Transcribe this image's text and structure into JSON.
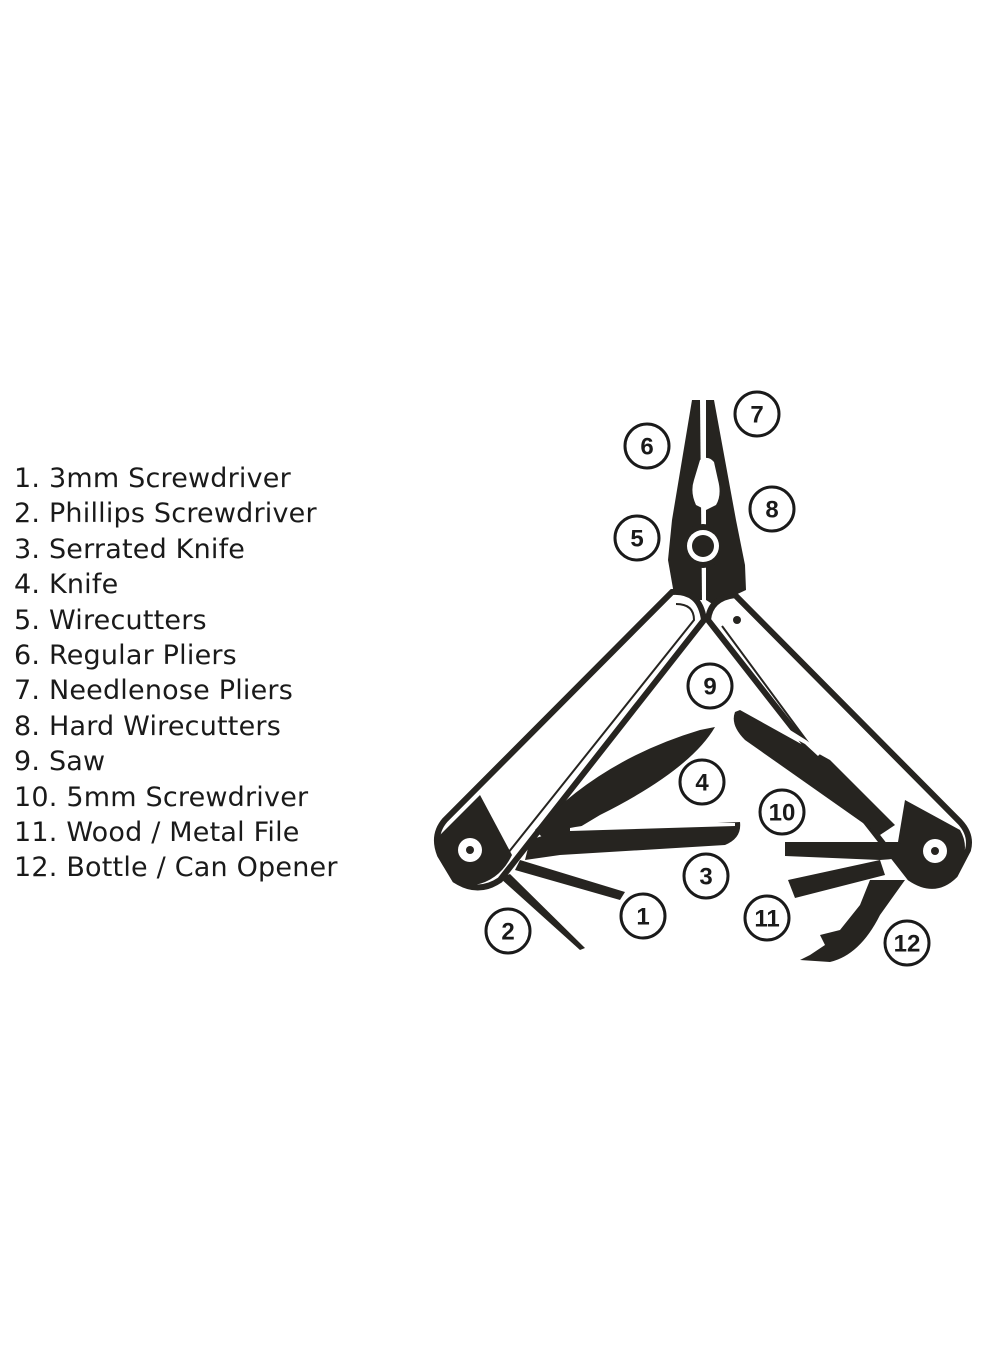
{
  "legend": {
    "items": [
      {
        "number": "1",
        "label": "1. 3mm Screwdriver"
      },
      {
        "number": "2",
        "label": "2. Phillips Screwdriver"
      },
      {
        "number": "3",
        "label": "3. Serrated Knife"
      },
      {
        "number": "4",
        "label": "4. Knife"
      },
      {
        "number": "5",
        "label": "5. Wirecutters"
      },
      {
        "number": "6",
        "label": "6. Regular Pliers"
      },
      {
        "number": "7",
        "label": "7. Needlenose Pliers"
      },
      {
        "number": "8",
        "label": "8. Hard Wirecutters"
      },
      {
        "number": "9",
        "label": "9. Saw"
      },
      {
        "number": "10",
        "label": "10. 5mm Screwdriver"
      },
      {
        "number": "11",
        "label": "11. Wood / Metal File"
      },
      {
        "number": "12",
        "label": "12. Bottle / Can Opener"
      }
    ]
  },
  "callouts": {
    "c1": "1",
    "c2": "2",
    "c3": "3",
    "c4": "4",
    "c5": "5",
    "c6": "6",
    "c7": "7",
    "c8": "8",
    "c9": "9",
    "c10": "10",
    "c11": "11",
    "c12": "12"
  },
  "colors": {
    "ink": "#262420",
    "background": "#ffffff"
  }
}
